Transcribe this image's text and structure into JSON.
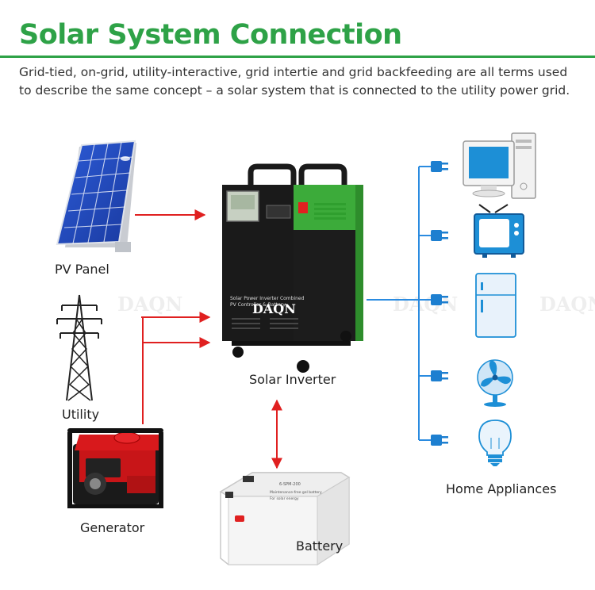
{
  "title": "Solar System Connection",
  "description": "Grid-tied, on-grid, utility-interactive, grid intertie and grid backfeeding are all terms used to describe the same concept – a solar system that is connected to the utility power grid.",
  "labels": {
    "pv_panel": "PV Panel",
    "utility": "Utility",
    "generator": "Generator",
    "solar_inverter": "Solar Inverter",
    "battery": "Battery",
    "home_appliances": "Home Appliances"
  },
  "inverter_text": {
    "brand": "DAQN",
    "front_line1": "Solar Power Inverter Combined",
    "front_line2": "PV Controller & Battery"
  },
  "battery_text": {
    "model": "6-SPM-200",
    "line1": "Maintenance-free gel battery",
    "line2": "For solar energy"
  },
  "watermark": "DAQN",
  "colors": {
    "title_green": "#2ea247",
    "arrow_red": "#e02020",
    "wire_blue": "#2a8be0",
    "inverter_green": "#3cab3a",
    "appliance_blue": "#1d8fd6"
  },
  "appliances": [
    "computer-icon",
    "tv-icon",
    "fridge-icon",
    "fan-icon",
    "bulb-icon"
  ]
}
